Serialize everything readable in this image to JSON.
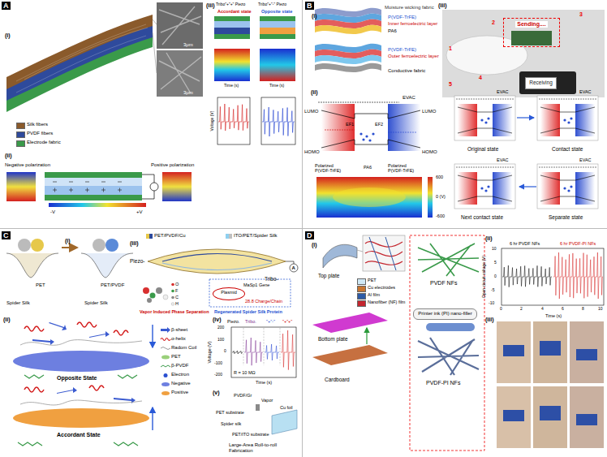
{
  "diagram": {
    "nodes": [
      {
        "text": [
          "Sending...."
        ]
      },
      {
        "text": [
          "Receiving"
        ]
      },
      {
        "text": [
          "Plasmid"
        ]
      },
      {
        "text": [
          "Printer ink (PI) nano-filler"
        ]
      }
    ],
    "labels": [
      "A",
      "(i)",
      "3μm",
      "3μm",
      "(ii)",
      "Negative polarization",
      "Positive polarization",
      "-V",
      "+V",
      "(iii)",
      "Tribo\"+\"+\" Piezo",
      "Accordant state",
      "Tribo\"+\"-\" Piezo",
      "Opposite state",
      "Time (s)",
      "Time (s)",
      "Voltage (V)",
      "B",
      "(i)",
      "Moisture wicking fabric",
      "P(VDF-TrFE)",
      "Inner ferroelectric layer",
      "PA6",
      "P(VDF-TrFE)",
      "Outer ferroelectric layer",
      "Conductive fabric",
      "(iii)",
      "1",
      "2",
      "3",
      "4",
      "5",
      "(ii)",
      "EVAC",
      "LUMO",
      "LUMO",
      "EF1",
      "EF2",
      "HOMO",
      "HOMO",
      "Polarized P(VDF-TrFE)",
      "PA6",
      "Polarized P(VDF-TrFE)",
      "600",
      "0 (V)",
      "-600",
      "EVAC",
      "Original state",
      "EVAC",
      "Contact state",
      "EVAC",
      "Next contact state",
      "EVAC",
      "Separate state",
      "C",
      "(i)",
      "PET",
      "Spider Silk",
      "PET/PVDF",
      "Spider Silk",
      "(iii)",
      "PET/PVDF/Cu",
      "ITO/PET/Spider Silk",
      "Piezo-",
      "Tribo-",
      "A",
      "O",
      "F",
      "C",
      "H",
      "Vapor Induced Phase Separation",
      "MaSp1 Gene",
      "28.8 Charge/Chain",
      "Regenerated Spider Silk Protein",
      "(ii)",
      "Opposite State",
      "Accordant State",
      "(iv)",
      "Piezo.",
      "Tribo.",
      "\"+\"-\"",
      "\"+\"+\"",
      "200",
      "100",
      "0",
      "-100",
      "-200",
      "Voltage (V)",
      "Time (s)",
      "R = 10 MΩ",
      "(v)",
      "PVDF/Gr",
      "Vapor",
      "Cu foil",
      "PET substrate",
      "Spider silk",
      "PET/ITO substrate",
      "Large-Area Roll-to-roll Fabrication",
      "D",
      "(i)",
      "Top plate",
      "Bottom plate",
      "Cardboard",
      "PVDF NFs",
      "PVDF-PI NFs",
      "(ii)",
      "6 hr PVDF NFs",
      "6 hr PVDF-PI NFs",
      "10",
      "5",
      "0",
      "-5",
      "-10",
      "Open circuit voltage (V)",
      "0",
      "2",
      "4",
      "6",
      "8",
      "10",
      "Time (s)",
      "(iii)"
    ],
    "legend": [
      {
        "text": "Silk fibers",
        "color": "#8a5a2b"
      },
      {
        "text": "PVDF fibers",
        "color": "#2e4a9c"
      },
      {
        "text": "Electrode fabric",
        "color": "#3a9a4a"
      },
      {
        "text": "β-sheet"
      },
      {
        "text": "α-helix"
      },
      {
        "text": "Radom Coil"
      },
      {
        "text": "PET"
      },
      {
        "text": "β-PVDF"
      },
      {
        "text": "Electron"
      },
      {
        "text": "Negative"
      },
      {
        "text": "Positive"
      },
      {
        "text": "PET",
        "color": "#cfe8f5"
      },
      {
        "text": "Cu electrodes",
        "color": "#c87530"
      },
      {
        "text": "Al film",
        "color": "#2d5aa6"
      },
      {
        "text": "Nanofiber (NF) film",
        "color": "#c4262e"
      }
    ]
  }
}
